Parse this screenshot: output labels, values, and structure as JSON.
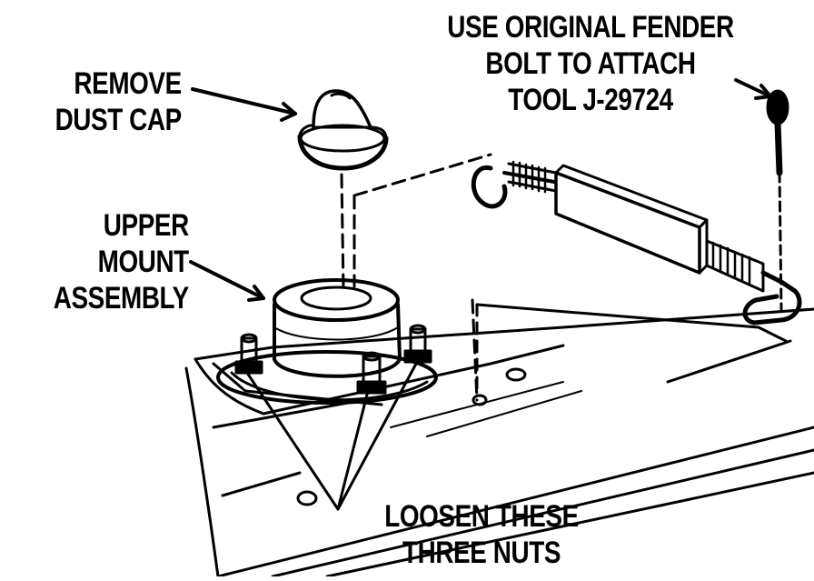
{
  "labels": {
    "dust_cap": [
      "REMOVE",
      "DUST CAP"
    ],
    "upper_mount": [
      "UPPER",
      "MOUNT",
      "ASSEMBLY"
    ],
    "fender_bolt": [
      "USE ORIGINAL FENDER",
      "BOLT TO ATTACH",
      "TOOL J-29724"
    ],
    "nuts": [
      "LOOSEN THESE",
      "THREE NUTS"
    ]
  },
  "colors": {
    "ink": "#000000",
    "paper": "#ffffff"
  }
}
